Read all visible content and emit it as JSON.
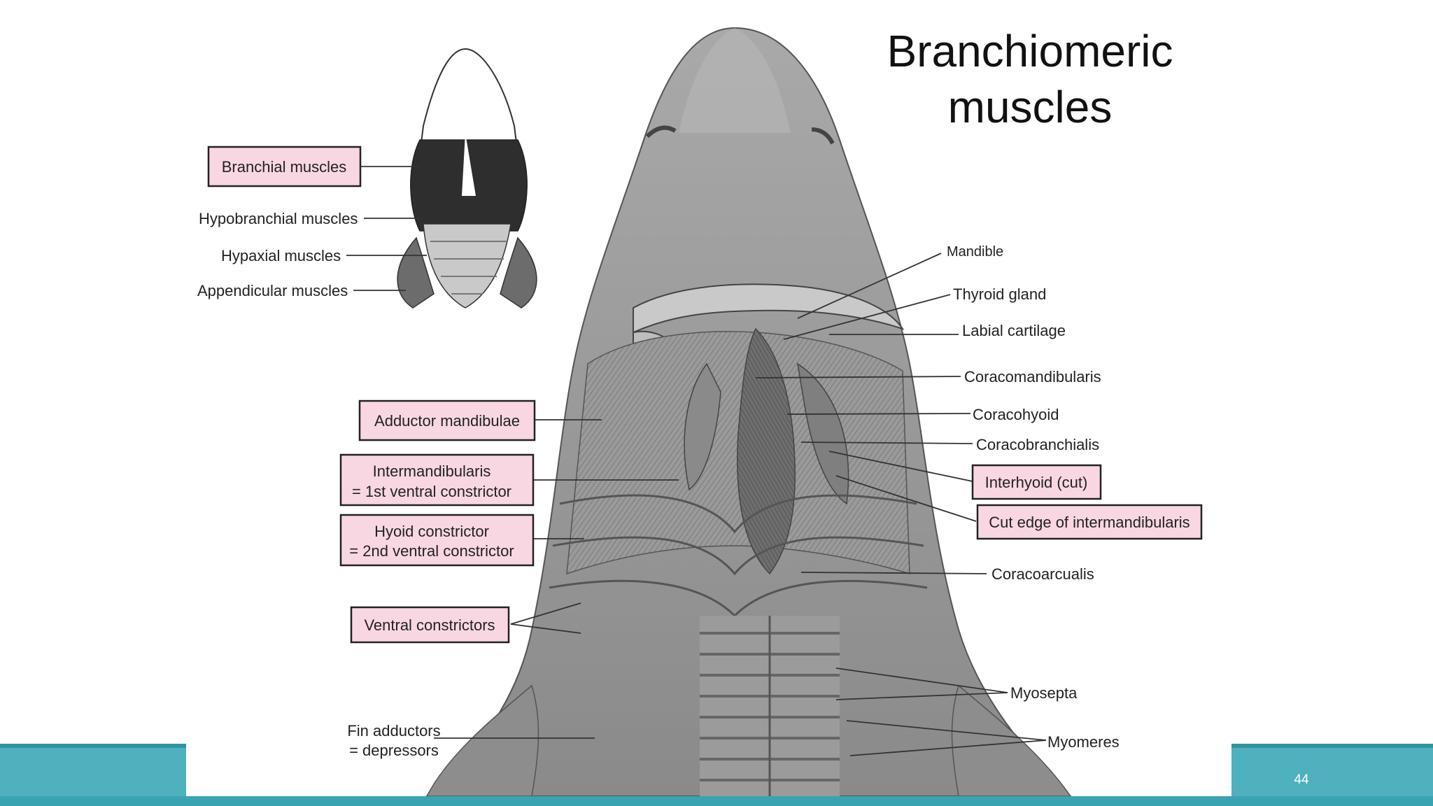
{
  "title": {
    "line1": "Branchiomeric",
    "line2": "muscles"
  },
  "slide_number": "44",
  "colors": {
    "footer": "#4fb0be",
    "label_box_fill": "#f9d7e2",
    "label_box_stroke": "#222222",
    "muscle_gray": "#8c8c8c"
  },
  "inset_labels": {
    "branchial": "Branchial muscles",
    "hypobranchial": "Hypobranchial muscles",
    "hypaxial": "Hypaxial muscles",
    "appendicular": "Appendicular muscles"
  },
  "left_labels": {
    "adductor": "Adductor mandibulae",
    "intermandibularis_1": "Intermandibularis",
    "intermandibularis_2": "= 1st ventral constrictor",
    "hyoid_1": "Hyoid constrictor",
    "hyoid_2": "= 2nd ventral constrictor",
    "ventral_constrictors": "Ventral constrictors",
    "fin_1": "Fin adductors",
    "fin_2": "= depressors"
  },
  "right_labels": {
    "mandible": "Mandible",
    "thyroid": "Thyroid gland",
    "labial": "Labial cartilage",
    "coracomandibularis": "Coracomandibularis",
    "coracohyoid": "Coracohyoid",
    "coracobranchialis": "Coracobranchialis",
    "interhyoid": "Interhyoid (cut)",
    "cut_edge": "Cut edge of intermandibularis",
    "coracoarcualis": "Coracoarcualis",
    "myosepta": "Myosepta",
    "myomeres": "Myomeres"
  }
}
